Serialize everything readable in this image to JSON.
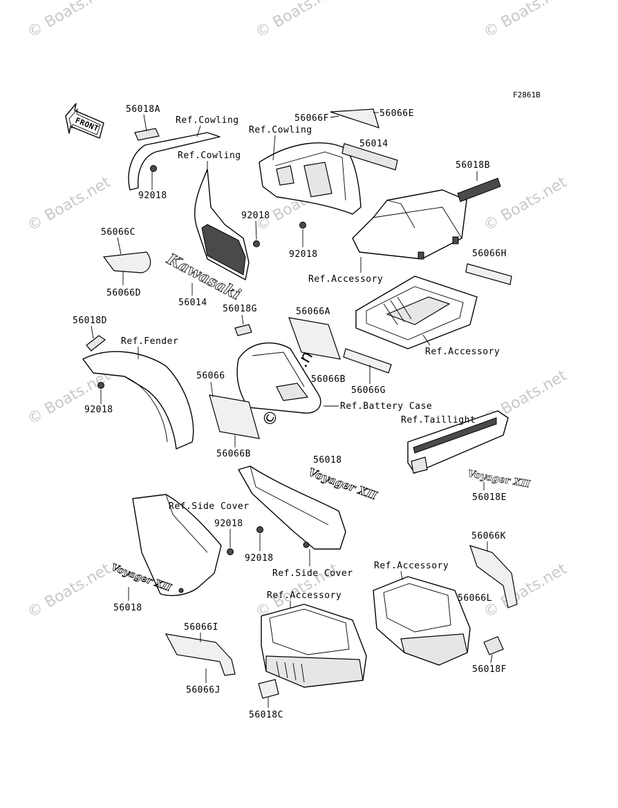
{
  "figure_code": "F2861B",
  "front_label": "FRONT",
  "watermark": "© Boats.net",
  "badge_text": {
    "kawasaki": "Kawasaki",
    "voyager": "Voyager XII"
  },
  "labels": {
    "p56018A": "56018A",
    "ref_cowling_1": "Ref.Cowling",
    "ref_cowling_2": "Ref.Cowling",
    "ref_cowling_3": "Ref.Cowling",
    "p56066F": "56066F",
    "p56066E": "56066E",
    "p56014_top": "56014",
    "p56018B": "56018B",
    "p92018_a": "92018",
    "p92018_b": "92018",
    "p92018_c": "92018",
    "p56066C": "56066C",
    "p56066D": "56066D",
    "p56014_mid": "56014",
    "p56066H": "56066H",
    "ref_accessory_1": "Ref.Accessory",
    "ref_accessory_2": "Ref.Accessory",
    "p56018G": "56018G",
    "p56066A": "56066A",
    "p56018D": "56018D",
    "ref_fender": "Ref.Fender",
    "p92018_d": "92018",
    "p56066": "56066",
    "p56066B_upper": "56066B",
    "p56066G": "56066G",
    "ref_battery_case": "Ref.Battery Case",
    "ref_taillight": "Ref.Taillight",
    "p56066B": "56066B",
    "p56018": "56018",
    "p56018E": "56018E",
    "ref_side_cover_1": "Ref.Side Cover",
    "p92018_e": "92018",
    "p92018_f": "92018",
    "ref_side_cover_2": "Ref.Side Cover",
    "ref_accessory_3": "Ref.Accessory",
    "ref_accessory_4": "Ref.Accessory",
    "p56066K": "56066K",
    "p56066L": "56066L",
    "p56018_low": "56018",
    "p56066I": "56066I",
    "p56066J": "56066J",
    "p56018C": "56018C",
    "p56018F": "56018F"
  }
}
